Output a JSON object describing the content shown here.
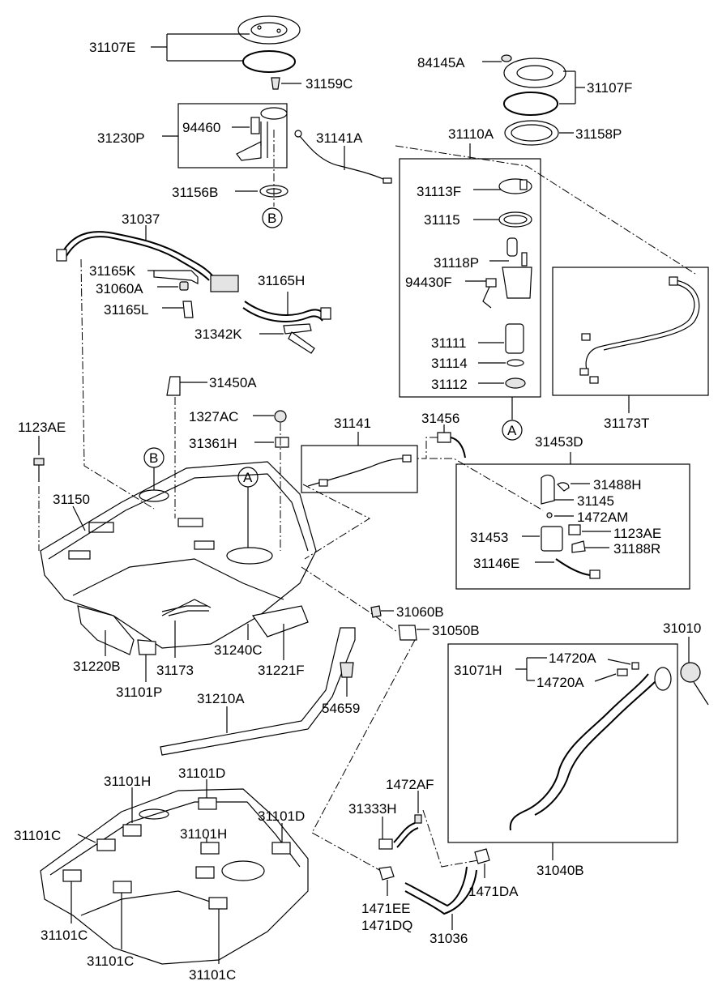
{
  "labels": {
    "p31107E": "31107E",
    "p31159C": "31159C",
    "p31230P": "31230P",
    "p94460": "94460",
    "p31141A": "31141A",
    "p31156B": "31156B",
    "p84145A": "84145A",
    "p31107F": "31107F",
    "p31110A": "31110A",
    "p31158P": "31158P",
    "p31113F": "31113F",
    "p31115": "31115",
    "p31118P": "31118P",
    "p94430F": "94430F",
    "p31111": "31111",
    "p31114": "31114",
    "p31112": "31112",
    "p31173T": "31173T",
    "p31037": "31037",
    "p31165K": "31165K",
    "p31060A": "31060A",
    "p31165L": "31165L",
    "p31165H": "31165H",
    "p31342K": "31342K",
    "p31450A": "31450A",
    "p1327AC": "1327AC",
    "p31361H": "31361H",
    "p1123AE_left": "1123AE",
    "p31150": "31150",
    "p31141": "31141",
    "p31456": "31456",
    "p31453D": "31453D",
    "p31488H": "31488H",
    "p31145": "31145",
    "p1472AM": "1472AM",
    "p31453": "31453",
    "p1123AE_right": "1123AE",
    "p31188R": "31188R",
    "p31146E": "31146E",
    "p31060B": "31060B",
    "p31050B": "31050B",
    "p31010": "31010",
    "p31220B": "31220B",
    "p31173": "31173",
    "p31240C": "31240C",
    "p31221F": "31221F",
    "p31101P": "31101P",
    "p31071H": "31071H",
    "p14720A_top": "14720A",
    "p14720A_bot": "14720A",
    "p54659": "54659",
    "p31210A": "31210A",
    "p31101H_top": "31101H",
    "p31101D_top": "31101D",
    "p31101D_right": "31101D",
    "p31101C_left": "31101C",
    "p31101H_mid": "31101H",
    "p1472AF": "1472AF",
    "p31333H": "31333H",
    "p31040B": "31040B",
    "p1471DA": "1471DA",
    "p1471EE": "1471EE",
    "p1471DQ": "1471DQ",
    "p31036": "31036",
    "p31101C_bl": "31101C",
    "p31101C_bm": "31101C",
    "p31101C_br": "31101C"
  },
  "callouts": {
    "A_top": "A",
    "B_top": "B",
    "A_tank": "A",
    "B_tank": "B"
  }
}
